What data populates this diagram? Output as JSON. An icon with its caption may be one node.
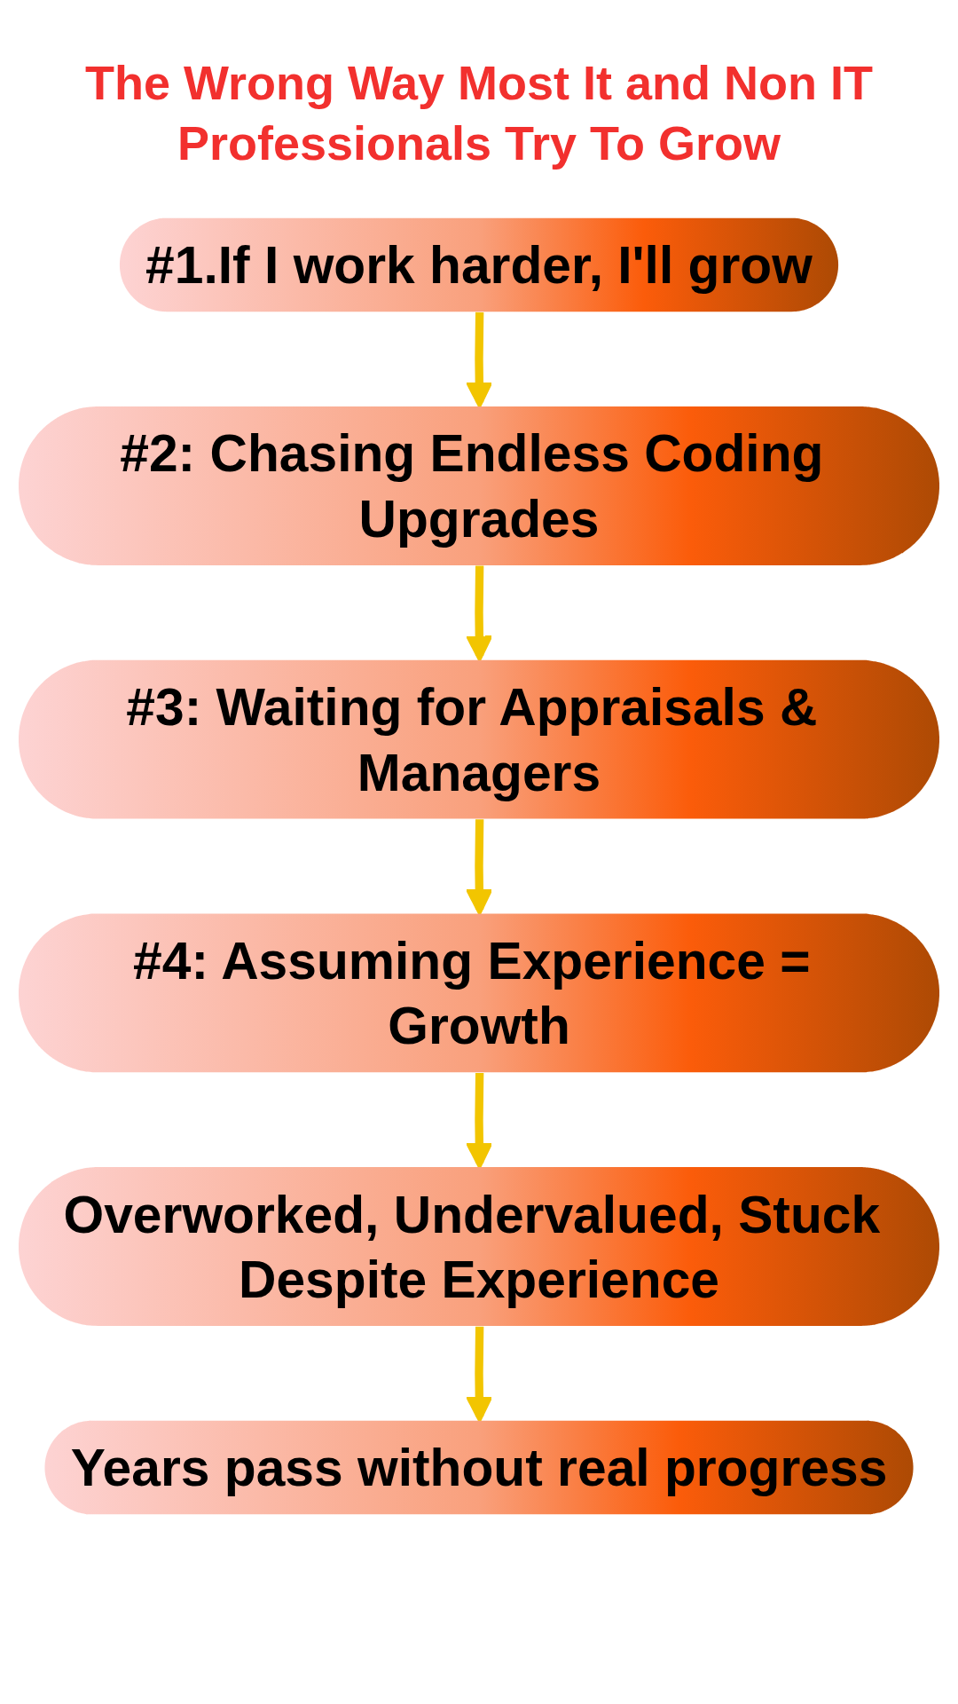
{
  "diagram": {
    "title": "The Wrong Way Most It and Non IT Professionals Try To Grow",
    "nodes": [
      {
        "text": [
          "#1.If I work harder, I'll grow"
        ]
      },
      {
        "text": [
          "#2: Chasing Endless Coding Upgrades"
        ]
      },
      {
        "text": [
          "#3: Waiting for Appraisals & Managers"
        ]
      },
      {
        "text": [
          "#4: Assuming Experience = Growth"
        ]
      },
      {
        "text": [
          "Overworked, Undervalued, Stuck Despite Experience"
        ]
      },
      {
        "text": [
          "Years pass without real progress"
        ]
      }
    ],
    "edges": [
      {
        "from": 0,
        "to": 1,
        "arrow": "to"
      },
      {
        "from": 1,
        "to": 2,
        "arrow": "to"
      },
      {
        "from": 2,
        "to": 3,
        "arrow": "to"
      },
      {
        "from": 3,
        "to": 4,
        "arrow": "to"
      },
      {
        "from": 4,
        "to": 5,
        "arrow": "to"
      }
    ]
  }
}
